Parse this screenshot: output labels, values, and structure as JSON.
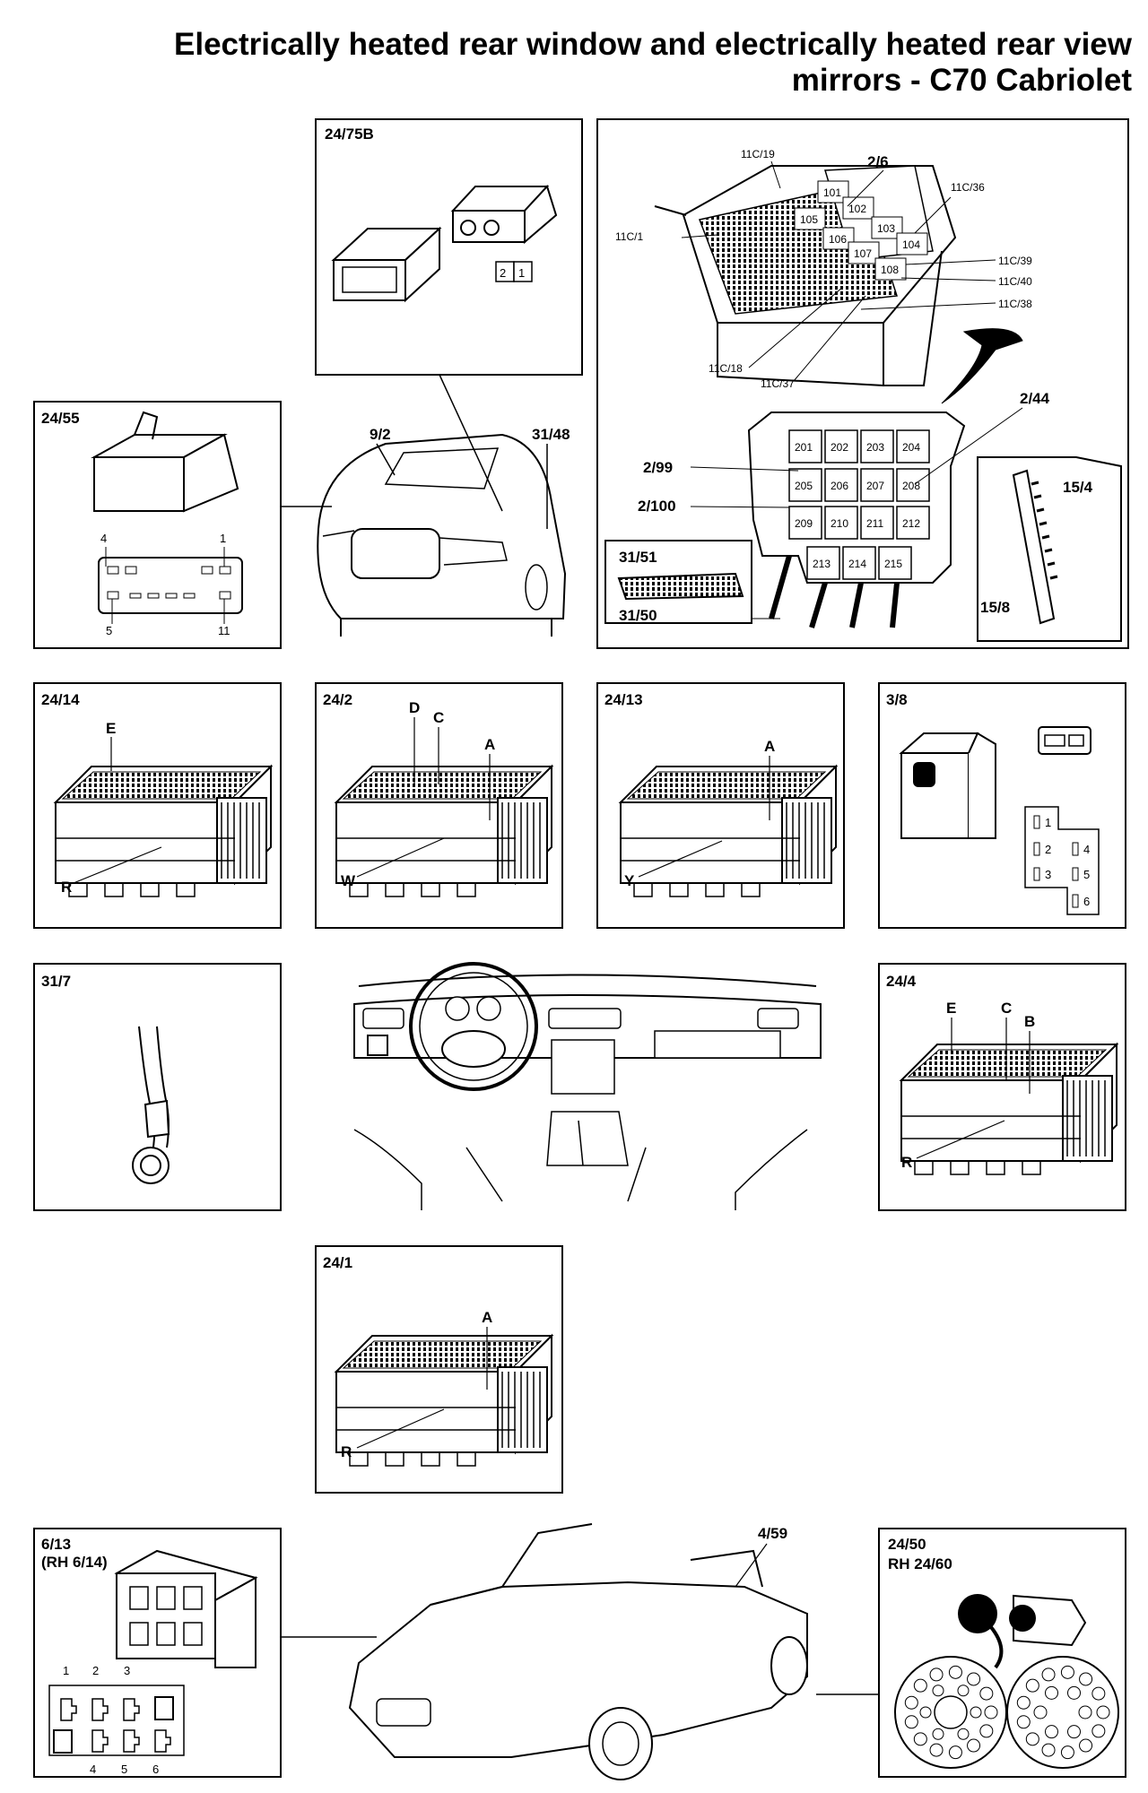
{
  "title": {
    "line1": "Electrically heated rear window and electrically heated rear view",
    "line2": "mirrors - C70 Cabriolet"
  },
  "components": {
    "c24_75b": {
      "id": "24/75B",
      "pins": [
        "2",
        "1"
      ]
    },
    "c24_55": {
      "id": "24/55",
      "pins": [
        "4",
        "1",
        "5",
        "11"
      ]
    },
    "car_rear": {
      "labels": [
        "9/2",
        "31/48"
      ]
    },
    "fusebox": {
      "refs_top": [
        "11C/19",
        "2/6",
        "11C/36",
        "11C/1",
        "11C/39",
        "11C/40",
        "11C/38",
        "11C/18",
        "11C/37"
      ],
      "relays": [
        "101",
        "102",
        "103",
        "104",
        "105",
        "106",
        "107",
        "108"
      ],
      "refs_lower": [
        "2/44",
        "2/99",
        "2/100",
        "15/4",
        "15/8",
        "31/51",
        "31/50"
      ],
      "fuses": [
        "201",
        "202",
        "203",
        "204",
        "205",
        "206",
        "207",
        "208",
        "209",
        "210",
        "211",
        "212",
        "213",
        "214",
        "215"
      ]
    },
    "c24_14": {
      "id": "24/14",
      "marks": [
        "E",
        "R"
      ]
    },
    "c24_2": {
      "id": "24/2",
      "marks": [
        "D",
        "C",
        "A",
        "W"
      ]
    },
    "c24_13": {
      "id": "24/13",
      "marks": [
        "A",
        "Y"
      ]
    },
    "c3_8": {
      "id": "3/8",
      "pins": [
        "1",
        "2",
        "3",
        "4",
        "5",
        "6"
      ]
    },
    "c31_7": {
      "id": "31/7"
    },
    "c24_4": {
      "id": "24/4",
      "marks": [
        "E",
        "C",
        "B",
        "R"
      ]
    },
    "c24_1": {
      "id": "24/1",
      "marks": [
        "A",
        "R"
      ]
    },
    "c6_13": {
      "id": "6/13",
      "sub": "(RH 6/14)",
      "pins": [
        "1",
        "2",
        "3",
        "4",
        "5",
        "6"
      ]
    },
    "car_front": {
      "label": "4/59"
    },
    "c24_50": {
      "id": "24/50",
      "sub": "RH 24/60"
    }
  }
}
